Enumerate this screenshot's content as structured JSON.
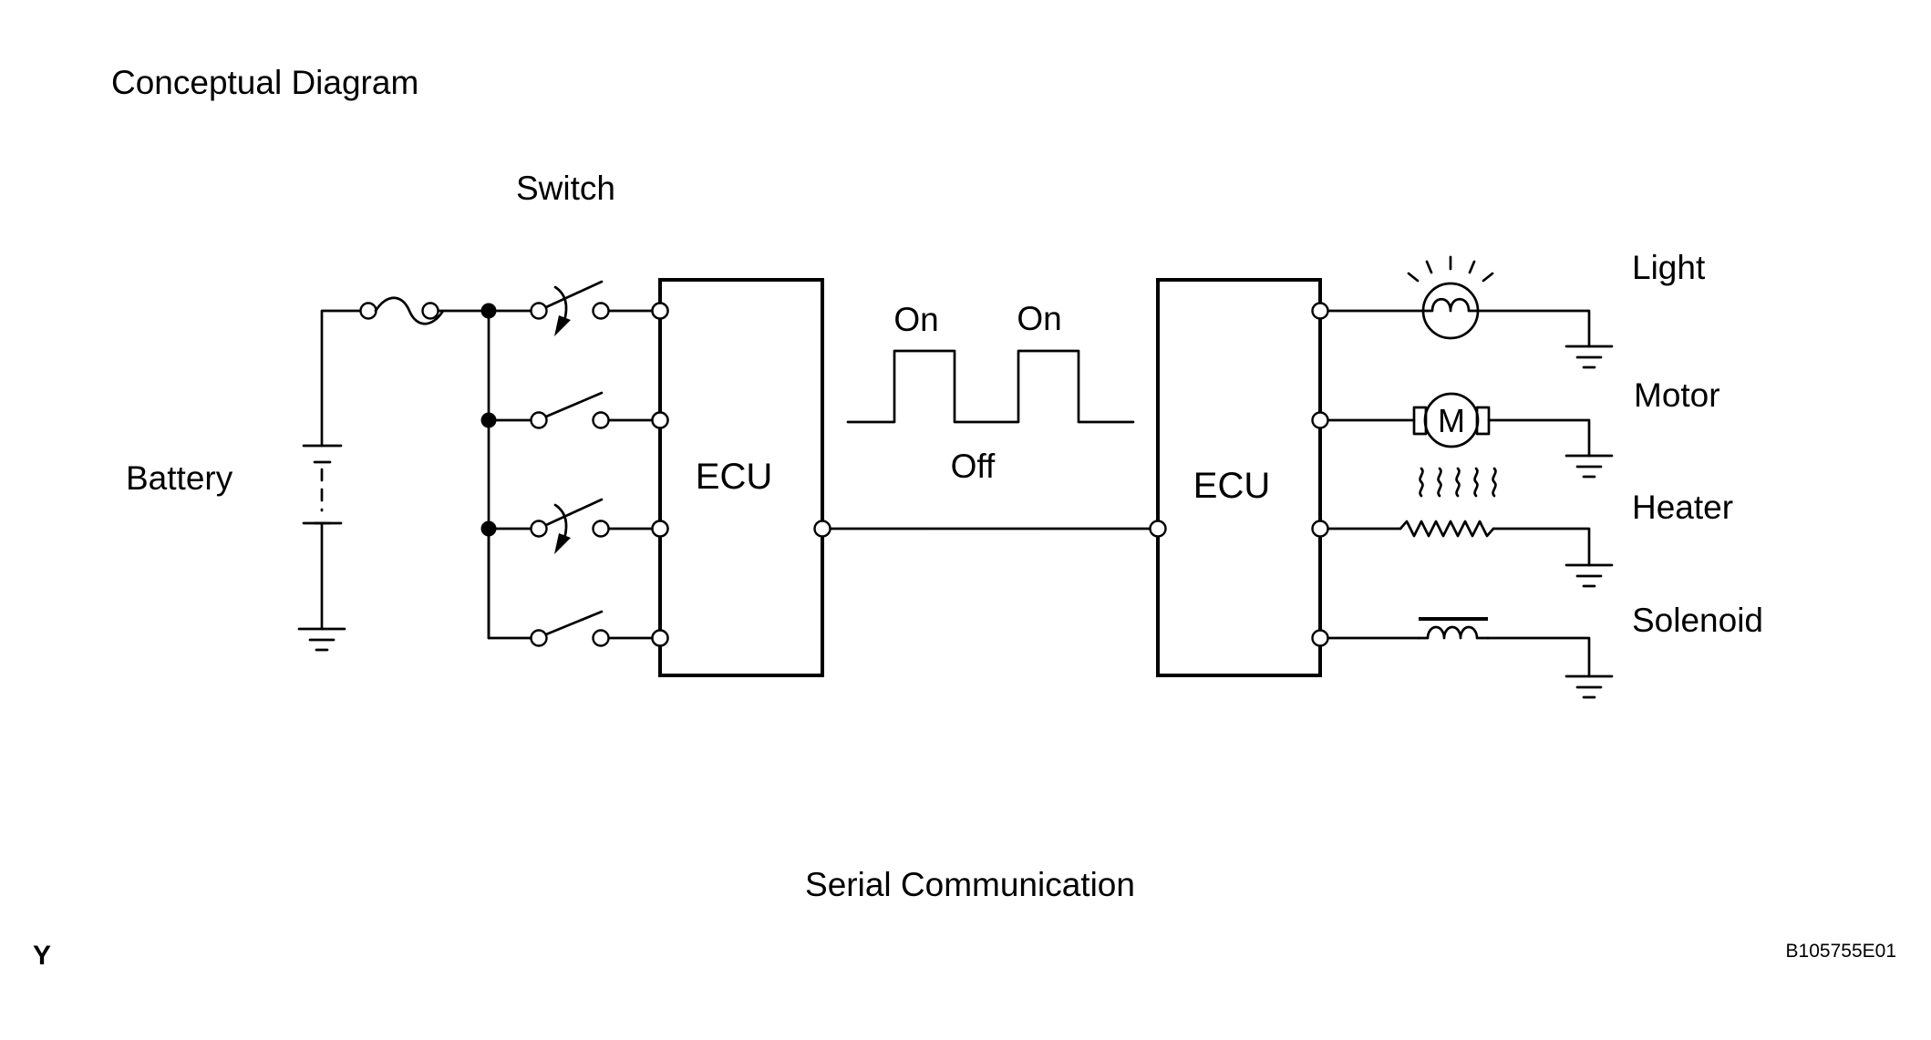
{
  "title": "Conceptual Diagram",
  "caption": "Serial Communication",
  "corner_mark": "Y",
  "figure_code": "B105755E01",
  "labels": {
    "switch": "Switch",
    "battery": "Battery",
    "ecu_left": "ECU",
    "ecu_right": "ECU",
    "on_1": "On",
    "on_2": "On",
    "off": "Off"
  },
  "loads": [
    {
      "label": "Light",
      "symbol": "lamp-icon"
    },
    {
      "label": "Motor",
      "symbol": "motor-icon",
      "mark": "M"
    },
    {
      "label": "Heater",
      "symbol": "heater-icon"
    },
    {
      "label": "Solenoid",
      "symbol": "solenoid-icon"
    }
  ],
  "colors": {
    "ink": "#000000",
    "background": "#ffffff"
  }
}
